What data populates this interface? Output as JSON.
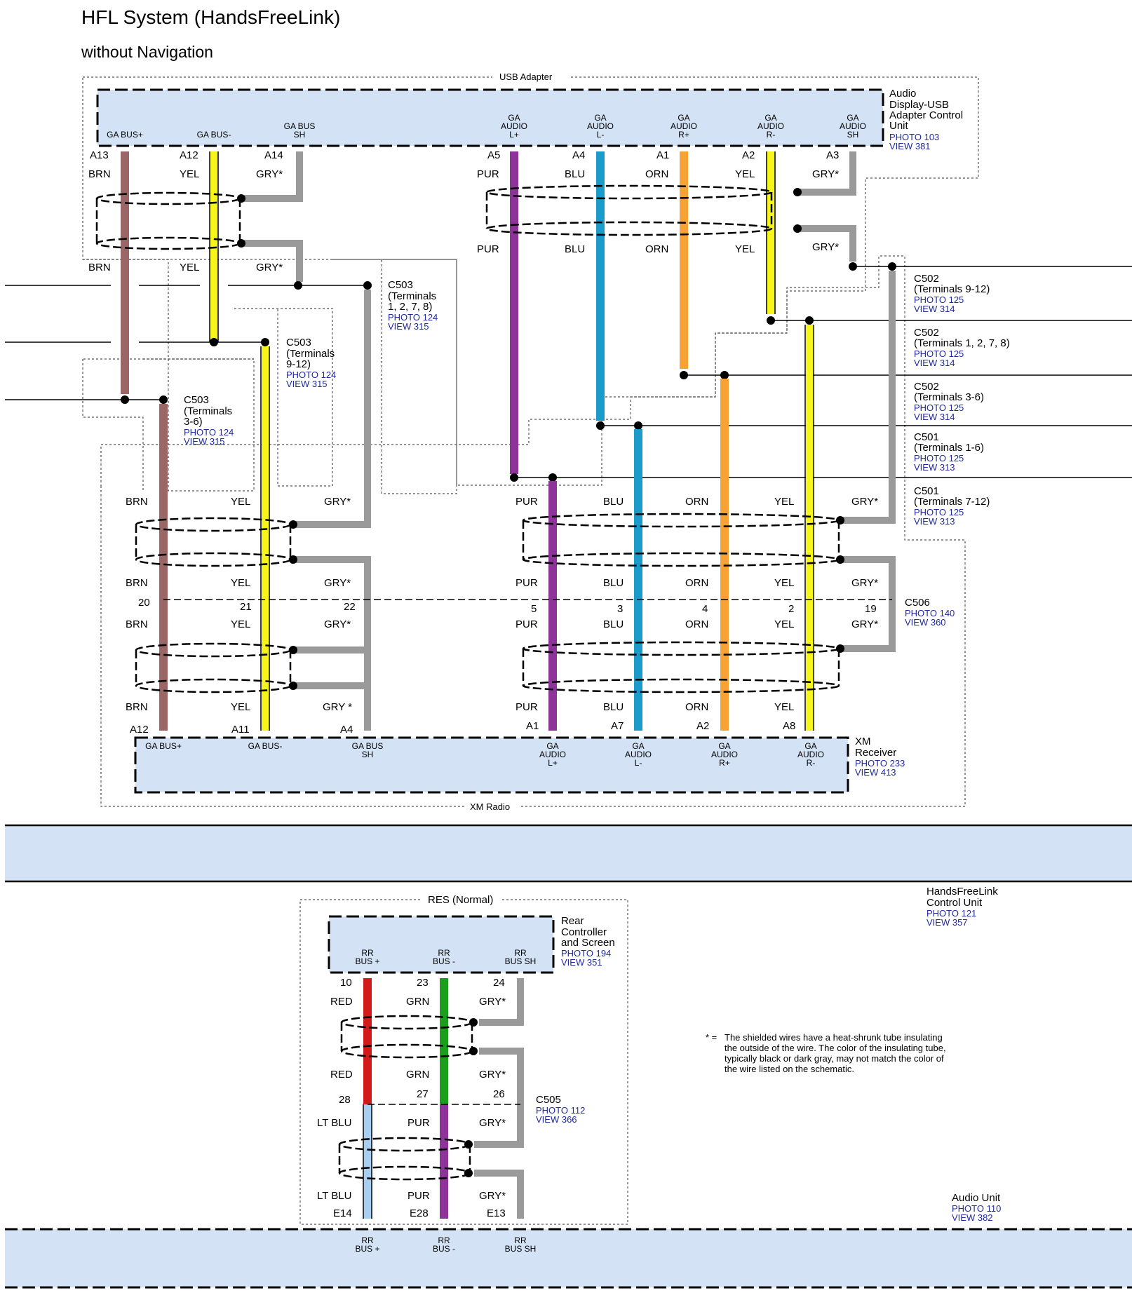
{
  "title": "HFL System (HandsFreeLink)",
  "subtitle": "without Navigation",
  "colors": {
    "module_fill": "#d3e3f5",
    "BRN": "#9b6666",
    "YEL": "#f6f61c",
    "GRY": "#9a9a9a",
    "PUR": "#8e3399",
    "BLU": "#1a9bc9",
    "ORN": "#f7a234",
    "RED": "#d21a1a",
    "GRN": "#1b9e1b",
    "LT BLU": "#a8cff0",
    "ref_blue": "#1f2a9e"
  },
  "usb_adapter": {
    "label": "USB Adapter",
    "unit_name": [
      "Audio",
      "Display-USB",
      "Adapter Control",
      "Unit"
    ],
    "photo": "PHOTO 103",
    "view": "VIEW 381",
    "terminals": [
      {
        "name": [
          "GA BUS+"
        ],
        "pin": "A13",
        "color_top": "BRN",
        "color_bot": "BRN"
      },
      {
        "name": [
          "GA BUS-"
        ],
        "pin": "A12",
        "color_top": "YEL",
        "color_bot": "YEL"
      },
      {
        "name": [
          "GA BUS",
          "SH"
        ],
        "pin": "A14",
        "color_top": "GRY*",
        "color_bot": "GRY*"
      },
      {
        "name": [
          "GA",
          "AUDIO",
          "L+"
        ],
        "pin": "A5",
        "color_top": "PUR",
        "color_bot": "PUR"
      },
      {
        "name": [
          "GA",
          "AUDIO",
          "L-"
        ],
        "pin": "A4",
        "color_top": "BLU",
        "color_bot": "BLU"
      },
      {
        "name": [
          "GA",
          "AUDIO",
          "R+"
        ],
        "pin": "A1",
        "color_top": "ORN",
        "color_bot": "ORN"
      },
      {
        "name": [
          "GA",
          "AUDIO",
          "R-"
        ],
        "pin": "A2",
        "color_top": "YEL",
        "color_bot": "YEL"
      },
      {
        "name": [
          "GA",
          "AUDIO",
          "SH"
        ],
        "pin": "A3",
        "color_top": "GRY*",
        "color_bot": "GRY*"
      }
    ]
  },
  "connectors": {
    "c503_369": {
      "name": "C503",
      "terms": [
        "(Terminals",
        "3-6)"
      ],
      "photo": "PHOTO 124",
      "view": "VIEW 315"
    },
    "c503_912": {
      "name": "C503",
      "terms": [
        "(Terminals",
        "9-12)"
      ],
      "photo": "PHOTO 124",
      "view": "VIEW 315"
    },
    "c503_1278": {
      "name": "C503",
      "terms": [
        "(Terminals",
        "1, 2, 7, 8)"
      ],
      "photo": "PHOTO 124",
      "view": "VIEW 315"
    },
    "c502_912": {
      "name": "C502",
      "terms": [
        "(Terminals 9-12)"
      ],
      "photo": "PHOTO 125",
      "view": "VIEW 314"
    },
    "c502_1278": {
      "name": "C502",
      "terms": [
        "(Terminals 1, 2, 7, 8)"
      ],
      "photo": "PHOTO 125",
      "view": "VIEW 314"
    },
    "c502_36": {
      "name": "C502",
      "terms": [
        "(Terminals 3-6)"
      ],
      "photo": "PHOTO 125",
      "view": "VIEW 314"
    },
    "c501_16": {
      "name": "C501",
      "terms": [
        "(Terminals 1-6)"
      ],
      "photo": "PHOTO 125",
      "view": "VIEW 313"
    },
    "c501_712": {
      "name": "C501",
      "terms": [
        "(Terminals 7-12)"
      ],
      "photo": "PHOTO 125",
      "view": "VIEW 313"
    },
    "c506": {
      "name": "C506",
      "terms": [],
      "photo": "PHOTO 140",
      "view": "VIEW 360"
    },
    "c505": {
      "name": "C505",
      "terms": [],
      "photo": "PHOTO 112",
      "view": "VIEW 366"
    }
  },
  "xm_radio": {
    "label": "XM Radio",
    "unit_name": [
      "XM",
      "Receiver"
    ],
    "photo": "PHOTO 233",
    "view": "VIEW 413",
    "c506_pins": [
      "20",
      "21",
      "22",
      "5",
      "3",
      "4",
      "2",
      "19"
    ],
    "wires_c506_top": [
      "BRN",
      "YEL",
      "GRY*",
      "PUR",
      "BLU",
      "ORN",
      "YEL",
      "GRY*"
    ],
    "wires_c506_upper": [
      "BRN",
      "YEL",
      "GRY*",
      "PUR",
      "BLU",
      "ORN",
      "YEL",
      "GRY*"
    ],
    "wires_c506_lower": [
      "BRN",
      "YEL",
      "GRY*",
      "PUR",
      "BLU",
      "ORN",
      "YEL",
      "GRY*"
    ],
    "wires_bottom": [
      "BRN",
      "YEL",
      "GRY *",
      "PUR",
      "BLU",
      "ORN",
      "YEL"
    ],
    "pins": [
      "A12",
      "A11",
      "A4",
      "A1",
      "A7",
      "A2",
      "A8"
    ],
    "terminals": [
      [
        "GA BUS+"
      ],
      [
        "GA BUS-"
      ],
      [
        "GA BUS",
        "SH"
      ],
      [
        "GA",
        "AUDIO",
        "L+"
      ],
      [
        "GA",
        "AUDIO",
        "L-"
      ],
      [
        "GA",
        "AUDIO",
        "R+"
      ],
      [
        "GA",
        "AUDIO",
        "R-"
      ]
    ]
  },
  "hfl_unit": {
    "name": [
      "HandsFreeLink",
      "Control Unit"
    ],
    "photo": "PHOTO 121",
    "view": "VIEW 357"
  },
  "res": {
    "label": "RES (Normal)",
    "unit_name": [
      "Rear",
      "Controller",
      "and Screen"
    ],
    "photo": "PHOTO 194",
    "view": "VIEW 351",
    "terminals": [
      [
        "RR",
        "BUS +"
      ],
      [
        "RR",
        "BUS -"
      ],
      [
        "RR",
        "BUS SH"
      ]
    ],
    "pins_top": [
      "10",
      "23",
      "24"
    ],
    "wires_top_a": [
      "RED",
      "GRN",
      "GRY*"
    ],
    "wires_top_b": [
      "RED",
      "GRN",
      "GRY*"
    ],
    "c505_pins": [
      "28",
      "27",
      "26"
    ],
    "wires_bot_a": [
      "LT BLU",
      "PUR",
      "GRY*"
    ],
    "wires_bot_b": [
      "LT BLU",
      "PUR",
      "GRY*"
    ],
    "pins_bottom": [
      "E14",
      "E28",
      "E13"
    ],
    "audio_terminals": [
      [
        "RR",
        "BUS +"
      ],
      [
        "RR",
        "BUS -"
      ],
      [
        "RR",
        "BUS SH"
      ]
    ]
  },
  "audio_unit": {
    "name": [
      "Audio Unit"
    ],
    "photo": "PHOTO 110",
    "view": "VIEW 382"
  },
  "footnote": {
    "star": "* =",
    "lines": [
      "The shielded wires have a heat-shrunk tube insulating",
      "the outside of the wire. The color of the insulating tube,",
      "typically black or dark gray, may not match the color of",
      "the wire listed on the schematic."
    ]
  }
}
